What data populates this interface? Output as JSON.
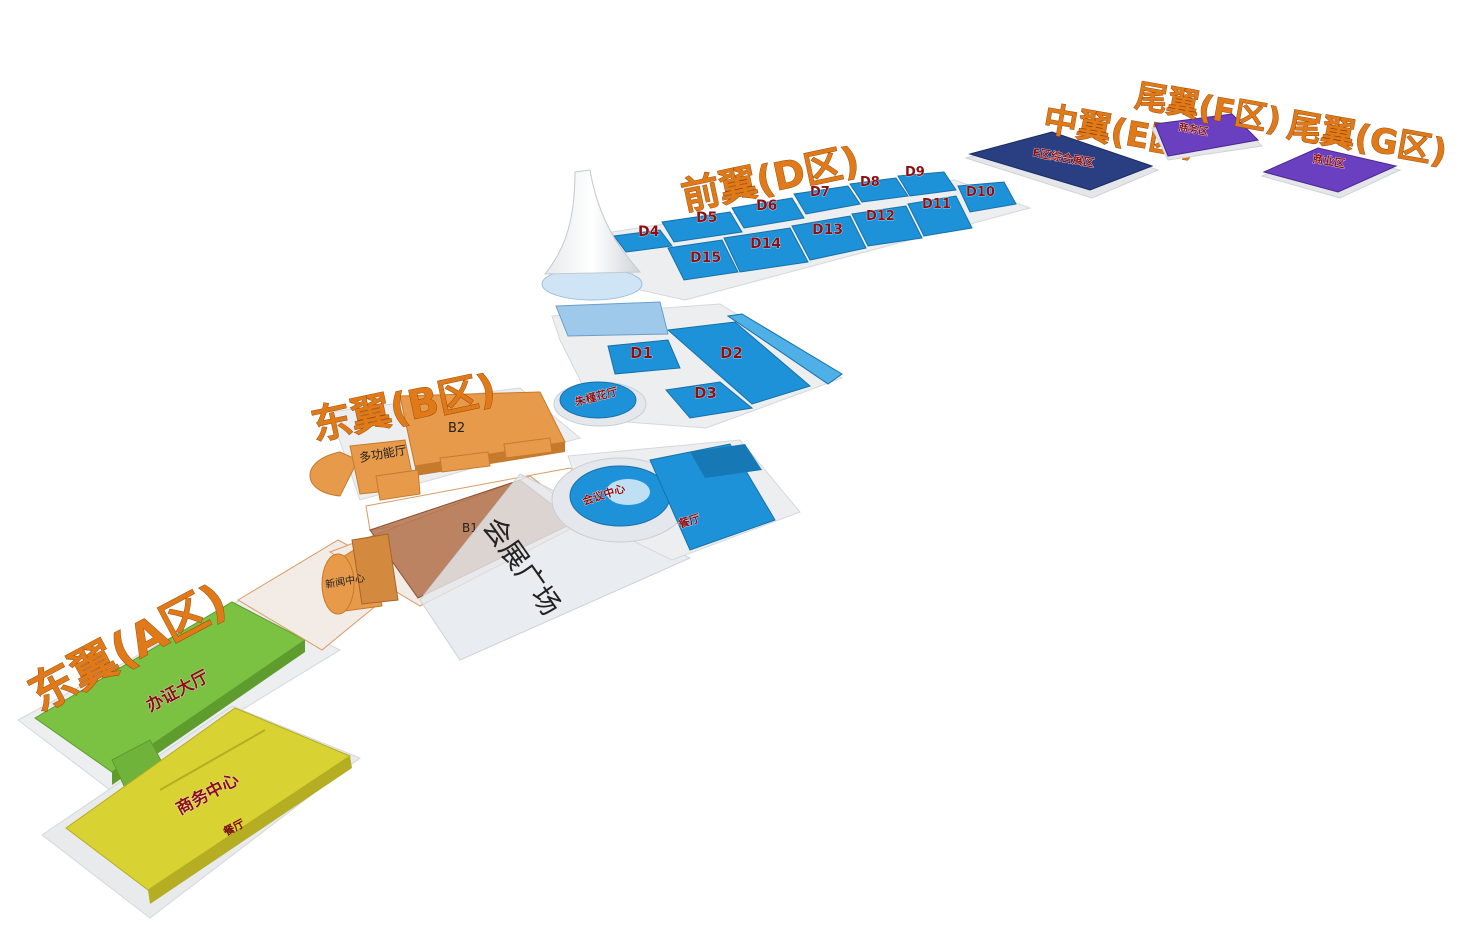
{
  "map": {
    "zones": {
      "A": {
        "title": "东翼(A区)",
        "rooms": {
          "certificate_hall": "办证大厅",
          "business_center": "商务中心",
          "restaurant": "餐厅"
        }
      },
      "B": {
        "title": "东翼(B区)",
        "rooms": {
          "b2": "B2",
          "b1": "B1",
          "multifunction_hall": "多功能厅",
          "press_center": "新闻中心"
        }
      },
      "plaza": {
        "title": "会展广场",
        "rooms": {
          "conference_center": "会议中心",
          "restaurant": "餐厅",
          "zhujin_hall": "朱槿花厅"
        }
      },
      "D": {
        "title": "前翼(D区)",
        "halls": [
          "D1",
          "D2",
          "D3",
          "D4",
          "D5",
          "D6",
          "D7",
          "D8",
          "D9",
          "D10",
          "D11",
          "D12",
          "D13",
          "D14",
          "D15"
        ]
      },
      "E": {
        "title": "中翼(E区)",
        "room": "E区综合展区"
      },
      "F": {
        "title": "尾翼(F区)",
        "room": "商务区"
      },
      "G": {
        "title": "尾翼(G区)",
        "room": "商业区"
      }
    },
    "colors": {
      "green": "#7cc242",
      "yellow": "#d8d233",
      "orange": "#e69a4a",
      "brown": "#b2714b",
      "blue": "#1e92d8",
      "navy": "#2a3f82",
      "purple": "#6a3fc0",
      "label_orange": "#e07a18",
      "label_red": "#8b0f12"
    }
  }
}
